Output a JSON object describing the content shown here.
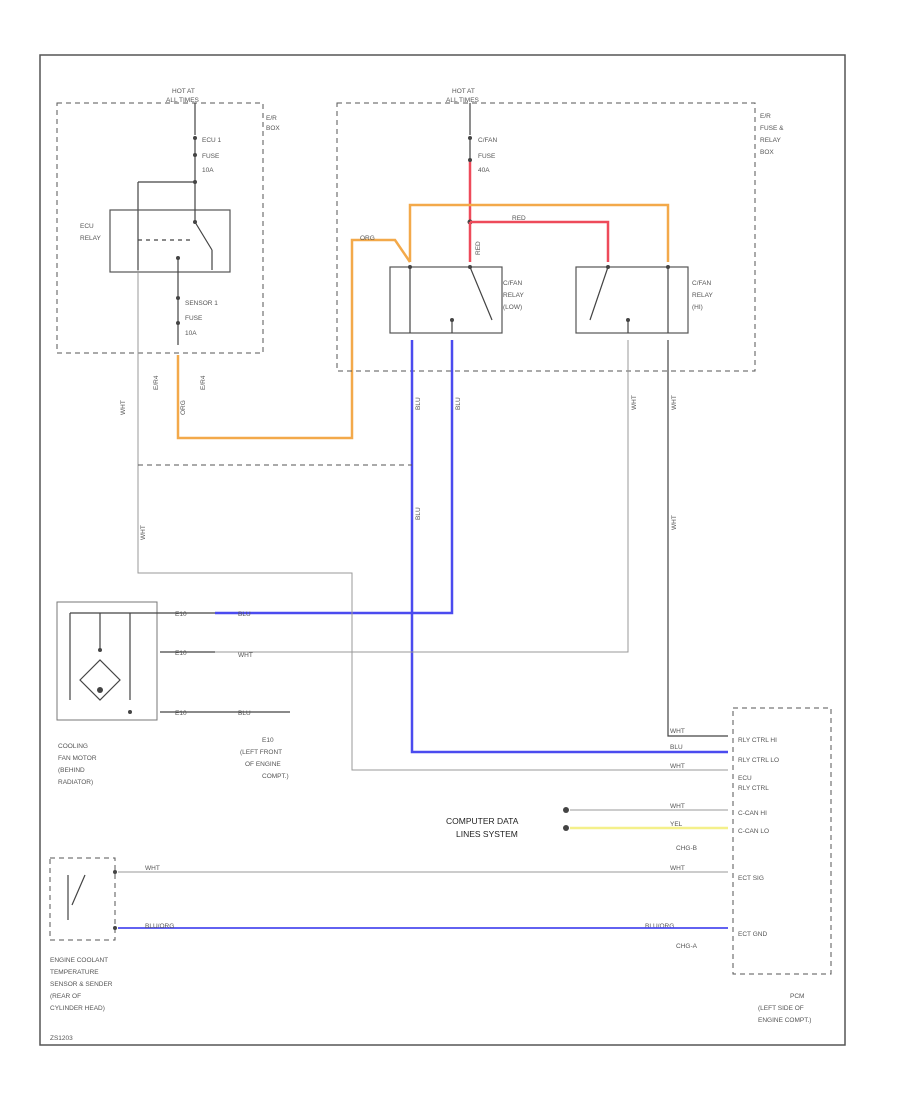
{
  "hot_at_left": [
    "HOT AT",
    "ALL TIMES"
  ],
  "hot_at_right": [
    "HOT AT",
    "ALL TIMES"
  ],
  "left_box_label": [
    "E/R",
    "BOX"
  ],
  "right_box_label": [
    "E/R",
    "FUSE &",
    "RELAY",
    "BOX"
  ],
  "ecu_fuse": [
    "ECU 1",
    "FUSE",
    "10A"
  ],
  "ecu_relay": [
    "ECU",
    "RELAY"
  ],
  "sensor_fuse": [
    "SENSOR 1",
    "FUSE",
    "10A"
  ],
  "cfan_fuse": [
    "C/FAN",
    "FUSE",
    "40A"
  ],
  "cfan_relay_low": [
    "C/FAN",
    "RELAY",
    "(LOW)"
  ],
  "cfan_relay_hi": [
    "C/FAN",
    "RELAY",
    "(HI)"
  ],
  "wire_labels": {
    "red": "RED",
    "org": "ORG",
    "blu": "BLU",
    "wht": "WHT",
    "yel": "YEL",
    "blu_org": "BLU/ORG"
  },
  "cooling_fan": [
    "COOLING",
    "FAN MOTOR",
    "(BEHIND",
    "RADIATOR)"
  ],
  "connector_e10": [
    "E10",
    "(LEFT FRONT",
    "OF ENGINE",
    "COMPT.)"
  ],
  "computer_data": [
    "COMPUTER DATA",
    "LINES SYSTEM"
  ],
  "pcm_pins": [
    "RLY CTRL HI",
    "RLY CTRL LO",
    "ECU",
    "RLY CTRL",
    "C-CAN HI",
    "C-CAN LO",
    "ECT SIG",
    "ECT GND"
  ],
  "pcm_connectors": [
    "CHG-B",
    "CHG-A"
  ],
  "pcm_label": [
    "PCM",
    "(LEFT SIDE OF",
    "ENGINE COMPT.)"
  ],
  "ect_sensor": [
    "ENGINE COOLANT",
    "TEMPERATURE",
    "SENSOR & SENDER",
    "(REAR OF",
    "CYLINDER HEAD)"
  ],
  "footer_code": "ZS1203"
}
